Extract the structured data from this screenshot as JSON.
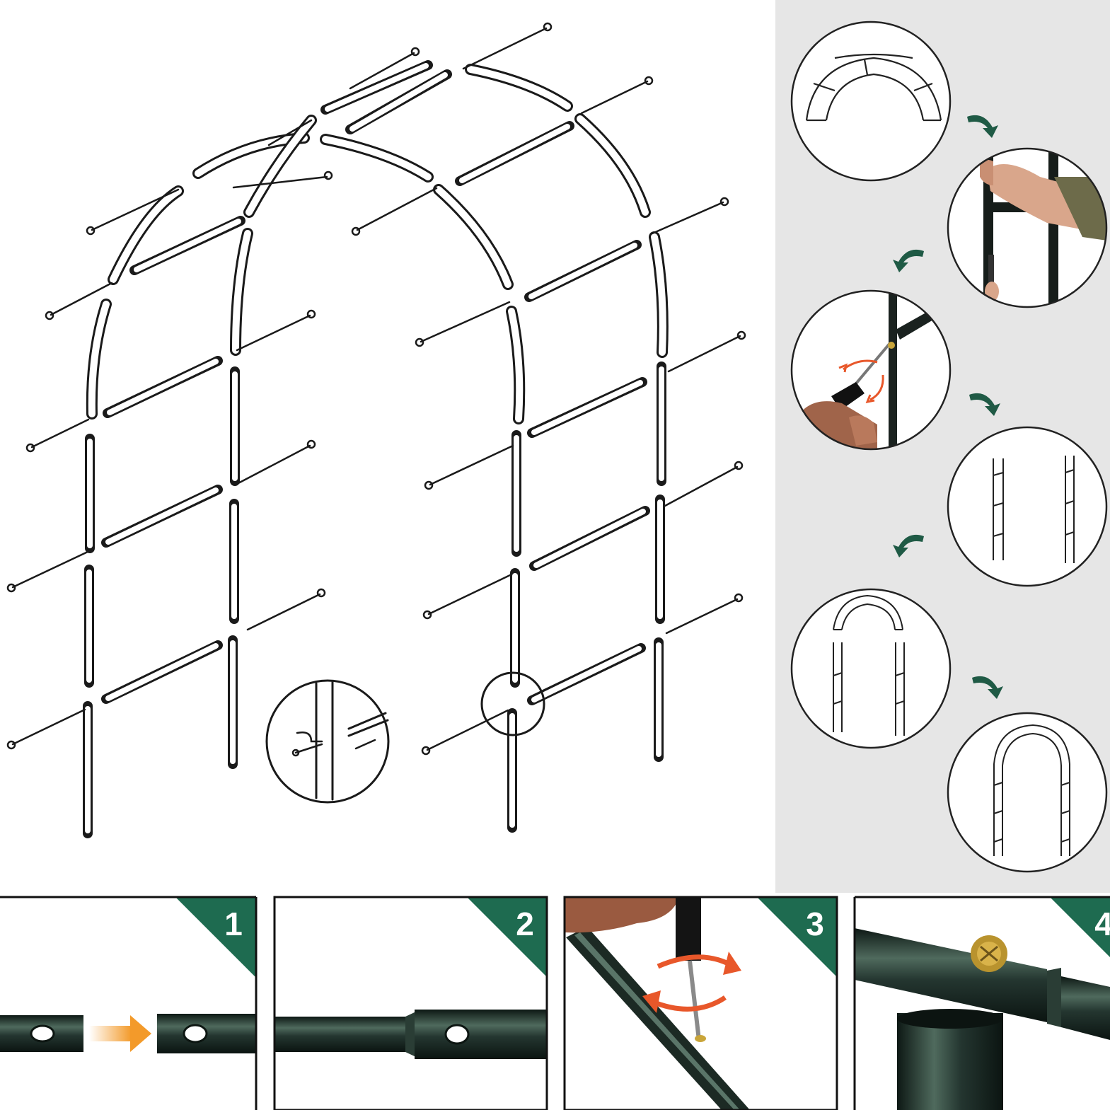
{
  "colors": {
    "background": "#ffffff",
    "side_panel": "#e6e6e6",
    "line": "#1a1a1a",
    "step_arrow": "#1f5a45",
    "badge": "#1e6b50",
    "badge_text": "#ffffff",
    "pipe": "#1d2e27",
    "pipe_highlight": "#4f6a5d",
    "push_arrow": "#f39a2a",
    "rotate_arrow": "#e8572a"
  },
  "steps": [
    {
      "id": "step-1",
      "number": "1"
    },
    {
      "id": "step-2",
      "number": "2"
    },
    {
      "id": "step-3",
      "number": "3"
    },
    {
      "id": "step-4",
      "number": "4"
    }
  ],
  "assembly_flow": [
    "arch-top-section",
    "connect-poles-by-hand",
    "tighten-screw",
    "two-side-panels",
    "attach-arch-top",
    "finished-arch"
  ]
}
